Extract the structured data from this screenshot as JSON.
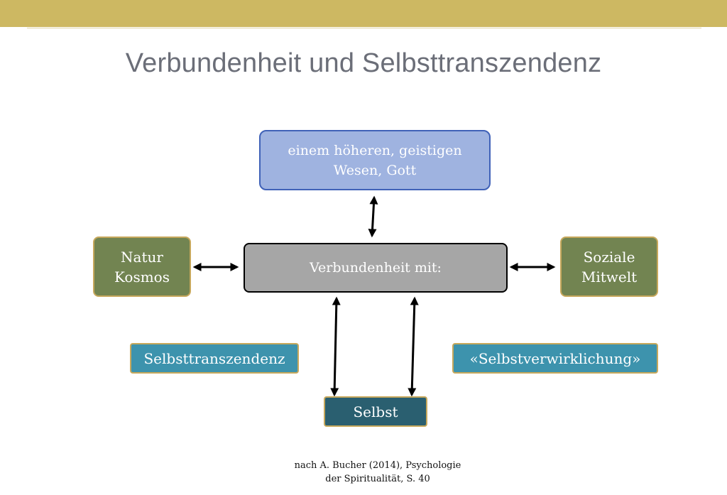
{
  "slide": {
    "title": "Verbundenheit und Selbsttranszendenz",
    "accent_color": "#cdb862"
  },
  "diagram": {
    "top_node": "einem höheren, geistigen\nWesen, Gott",
    "center_node": "Verbundenheit mit:",
    "left_node": "Natur\nKosmos",
    "right_node": "Soziale\nMitwelt",
    "selbsttranszendenz_node": "Selbsttranszendenz",
    "selbstverwirklichung_node": "«Selbstverwirklichung»",
    "selbst_node": "Selbst",
    "colors": {
      "top_fill": "#9fb3e0",
      "center_fill": "#a6a6a6",
      "green_fill": "#728451",
      "teal_fill": "#3d93ad",
      "selbst_fill": "#2a5f70"
    }
  },
  "citation": "nach A. Bucher (2014), Psychologie\nder Spiritualität, S. 40"
}
